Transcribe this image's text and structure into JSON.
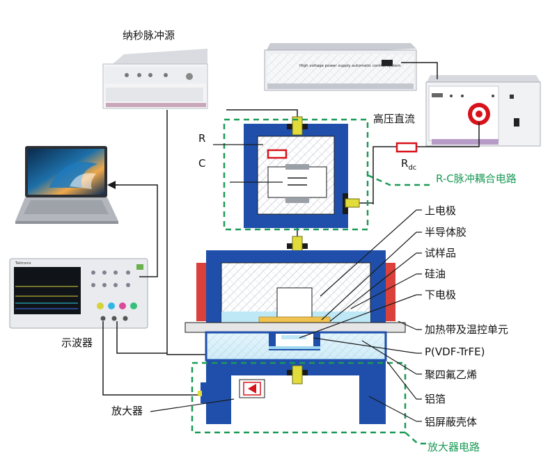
{
  "labels": {
    "ns_pulse_source": "纳秒脉冲源",
    "hv_dc": "高压直流",
    "r": "R",
    "c": "C",
    "rdc_main": "R",
    "rdc_sub": "dc",
    "rc_circuit": "R-C脉冲耦合电路",
    "upper_electrode": "上电极",
    "semi_glue": "半导体胶",
    "sample": "试样品",
    "silicone_oil": "硅油",
    "lower_electrode": "下电极",
    "heating_band": "加热带及温控单元",
    "pvdf": "P(VDF-TrFE)",
    "ptfe": "聚四氟乙烯",
    "al_foil": "铝箔",
    "al_shield": "铝屏蔽壳体",
    "oscilloscope": "示波器",
    "amplifier": "放大器",
    "amp_circuit": "放大器电路"
  },
  "devices": {
    "hv_controller_text": "High voltage power supply automatic control system",
    "scope_brand": "Tektronix"
  },
  "colors": {
    "shell_blue": "#1f4faa",
    "green_dash": "#1a9a56",
    "resistor_red": "#d8121b",
    "heater_red": "#d9413a",
    "connector_yellow": "#e2dc3a",
    "oil_cyan": "#bfe8f6"
  }
}
